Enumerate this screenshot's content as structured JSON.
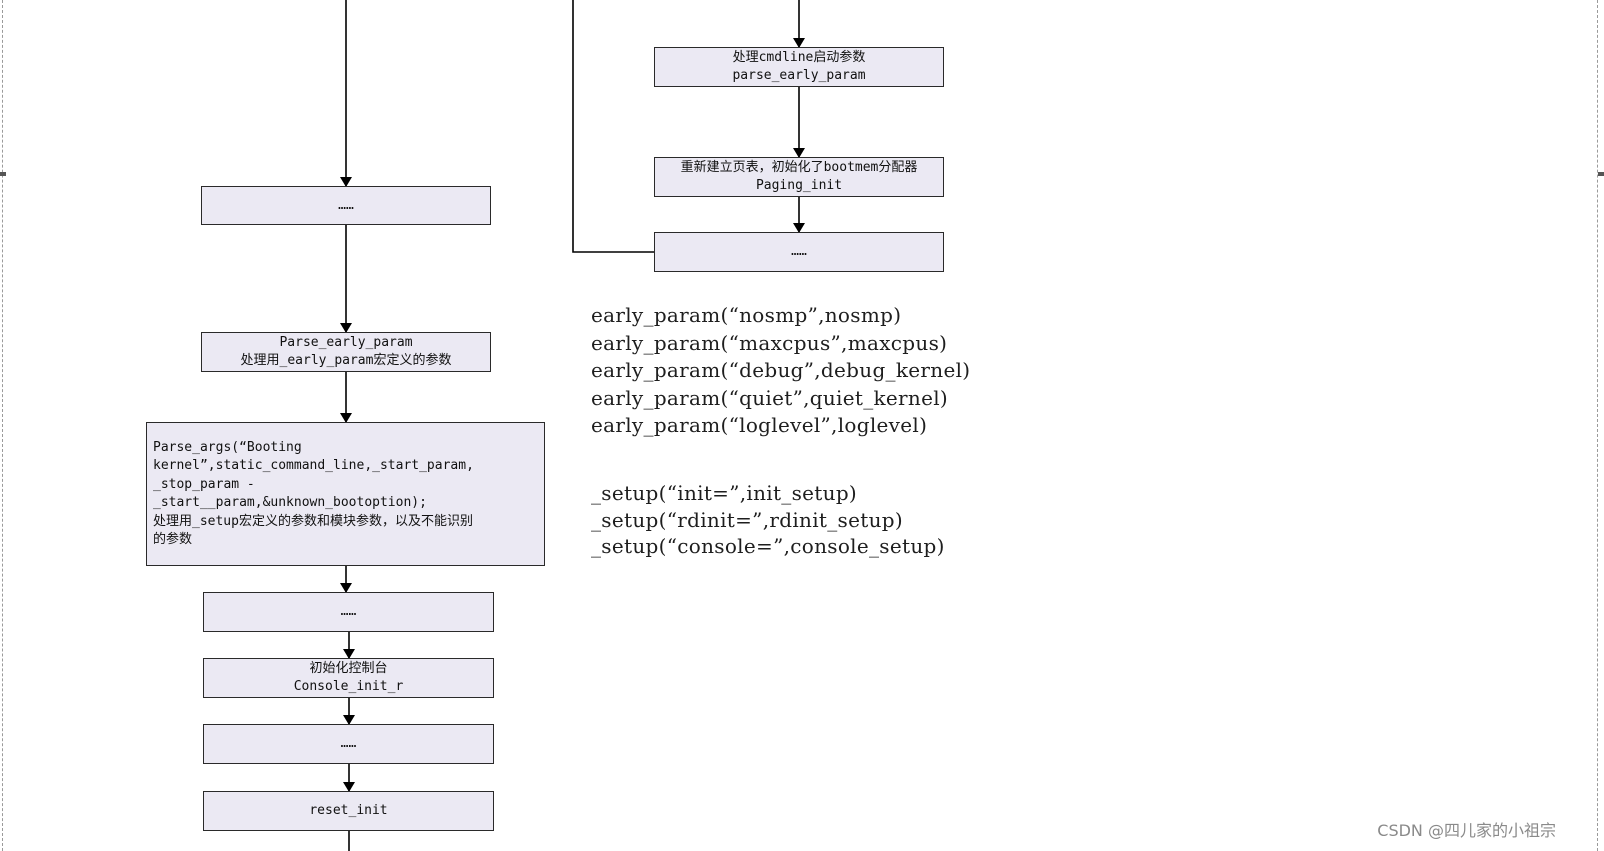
{
  "boxes": {
    "left_dots_1": "……",
    "parse_early_param": [
      "Parse_early_param",
      "处理用_early_param宏定义的参数"
    ],
    "parse_args": [
      "Parse_args(“Booting",
      "kernel”,static_command_line,_start_param,",
      "_stop_param -",
      "_start__param,&unknown_bootoption);",
      "处理用_setup宏定义的参数和模块参数，以及不能识别",
      "的参数"
    ],
    "left_dots_2": "……",
    "console_init": [
      "初始化控制台",
      "Console_init_r"
    ],
    "left_dots_3": "……",
    "reset_init": "reset_init",
    "cmdline_parse": [
      "处理cmdline启动参数",
      "parse_early_param"
    ],
    "paging_init": [
      "重新建立页表，初始化了bootmem分配器",
      "Paging_init"
    ],
    "right_dots": "……"
  },
  "code_early_param": [
    "early_param(“nosmp”,nosmp)",
    "early_param(“maxcpus”,maxcpus)",
    "early_param(“debug”,debug_kernel)",
    "early_param(“quiet”,quiet_kernel)",
    "early_param(“loglevel”,loglevel)"
  ],
  "code_setup": [
    "_setup(“init=”,init_setup)",
    "_setup(“rdinit=”,rdinit_setup)",
    "_setup(“console=”,console_setup)"
  ],
  "watermark": "CSDN @四儿家的小祖宗"
}
